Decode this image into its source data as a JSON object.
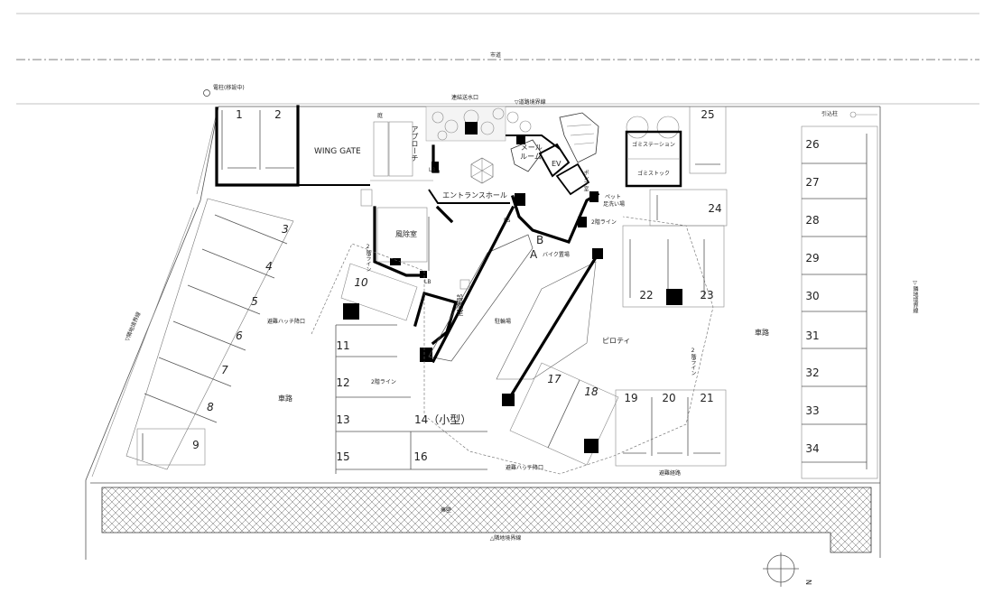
{
  "labels": {
    "city_road": "市道",
    "utility_pole": "電柱(移設中)",
    "water_inlet": "連結送水口",
    "road_boundary": "▽道路境界線",
    "garden": "庭",
    "wing_gate": "WING GATE",
    "approach": "アプローチ",
    "lb": "LB",
    "entrance_hall": "エントランスホール",
    "mail_room": "メール\nルーム",
    "ev": "EV",
    "pump_room": "ポンプ室",
    "garbage_station": "ゴミステーション",
    "garbage_stock": "ゴミストック",
    "pet_wash": "ペット\n足洗い場",
    "line_2f": "2階ライン",
    "ps": "PS",
    "wind_room": "風除室",
    "lb2": "LB",
    "a": "A",
    "b": "B",
    "bike_parking": "バイク置場",
    "equipment_room": "設備室",
    "bicycle_parking": "駐輪場",
    "piloti": "ピロティ",
    "evac_hatch_1": "避難ハッチ降口",
    "evac_hatch_2": "避難ハッチ降口",
    "line_2f_b": "2階ライン",
    "line_2f_c": "2階ライン",
    "line_2f_d": "2階ライン",
    "evac_route": "避難経路",
    "driveway_left": "車路",
    "driveway_right": "車路",
    "lead_in_pole": "引込柱",
    "adjacent_boundary_right": "▽隣地境界線",
    "adjacent_boundary_left": "▽隣地境界線",
    "retaining_wall": "擁壁",
    "adjacent_boundary_bottom": "△隣地境界線",
    "north": "N"
  },
  "parking_spaces": [
    "1",
    "2",
    "3",
    "4",
    "5",
    "6",
    "7",
    "8",
    "9",
    "10",
    "11",
    "12",
    "13",
    "14（小型）",
    "15",
    "16",
    "17",
    "18",
    "19",
    "20",
    "21",
    "22",
    "23",
    "24",
    "25",
    "26",
    "27",
    "28",
    "29",
    "30",
    "31",
    "32",
    "33",
    "34"
  ]
}
